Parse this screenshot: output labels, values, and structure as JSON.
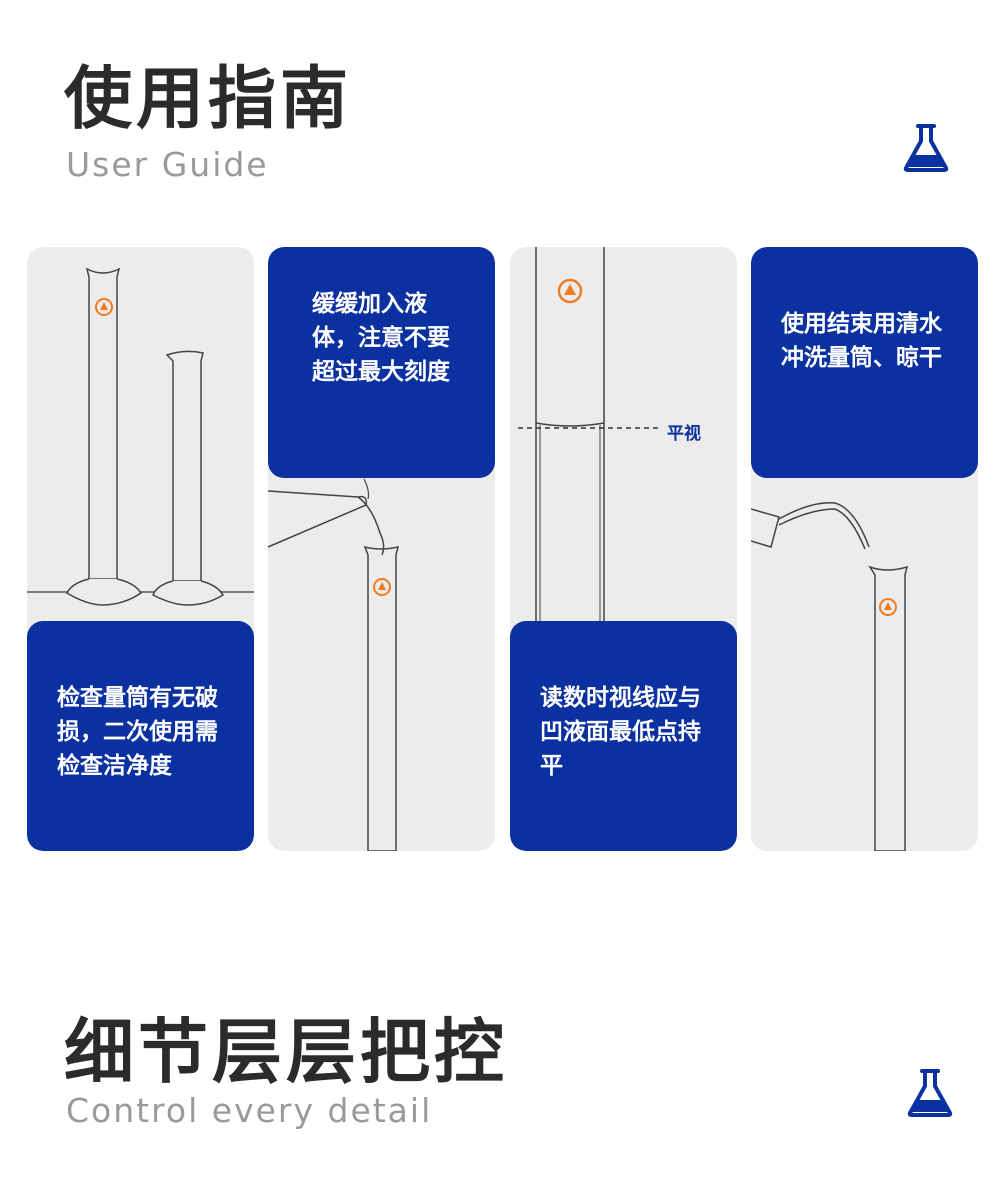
{
  "guide": {
    "title": "使用指南",
    "subtitle": "User Guide"
  },
  "steps": [
    {
      "text": "检查量筒有无破损，二次使用需检查洁净度"
    },
    {
      "text": "缓缓加入液体，注意不要超过最大刻度"
    },
    {
      "text": "读数时视线应与凹液面最低点持平",
      "tag": "平视"
    },
    {
      "text": "使用结束用清水冲洗量筒、晾干"
    }
  ],
  "detail": {
    "title": "细节层层把控",
    "subtitle": "Control every detail"
  },
  "colors": {
    "accent": "#0b31a1",
    "logo": "#f07c22",
    "card_bg": "#ececec"
  },
  "icons": [
    "flask-icon",
    "brand-logo-icon"
  ]
}
